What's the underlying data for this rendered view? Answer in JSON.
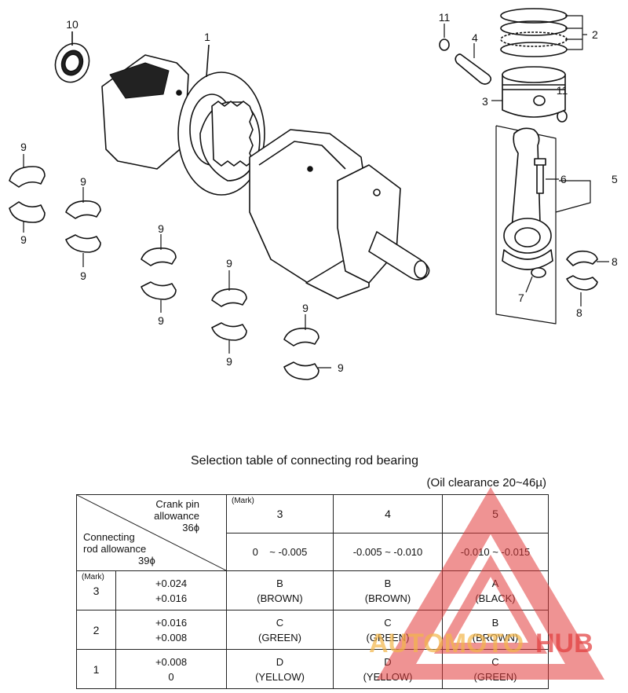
{
  "callouts": {
    "crankshaft": "1",
    "piston_ring": "2",
    "piston": "3",
    "piston_pin": "4",
    "conrod": "5",
    "conrod_bolt": "6",
    "conrod_nut": "7",
    "conrod_bearing": "8",
    "crank_bearing": "9",
    "oil_seal": "10",
    "circlip": "11"
  },
  "table": {
    "title": "Selection table of connecting rod bearing",
    "oil_clearance": "(Oil clearance 20~46µ)",
    "header": {
      "crank_pin_label_1": "Crank pin",
      "crank_pin_label_2": "allowance",
      "crank_pin_label_3": "36ϕ",
      "conrod_label_1": "Connecting",
      "conrod_label_2": "rod allowance",
      "conrod_label_3": "39ϕ",
      "mark": "(Mark)"
    },
    "columns": [
      {
        "mark": "3",
        "allowance": "0    ~ -0.005"
      },
      {
        "mark": "4",
        "allowance": "-0.005 ~ -0.010"
      },
      {
        "mark": "5",
        "allowance": "-0.010 ~ -0.015"
      }
    ],
    "rows": [
      {
        "mark": "3",
        "upper": "+0.024",
        "lower": "+0.016",
        "cells": [
          [
            "B",
            "(BROWN)"
          ],
          [
            "B",
            "(BROWN)"
          ],
          [
            "A",
            "(BLACK)"
          ]
        ]
      },
      {
        "mark": "2",
        "upper": "+0.016",
        "lower": "+0.008",
        "cells": [
          [
            "C",
            "(GREEN)"
          ],
          [
            "C",
            "(GREEN)"
          ],
          [
            "B",
            "(BROWN)"
          ]
        ]
      },
      {
        "mark": "1",
        "upper": "+0.008",
        "lower": "0",
        "cells": [
          [
            "D",
            "(YELLOW)"
          ],
          [
            "D",
            "(YELLOW)"
          ],
          [
            "C",
            "(GREEN)"
          ]
        ]
      }
    ]
  },
  "watermark": {
    "text_a": "AUTOMOTO",
    "text_b": "HUB",
    "color_red": "#e23b3b",
    "color_orange": "#f3b64a"
  }
}
